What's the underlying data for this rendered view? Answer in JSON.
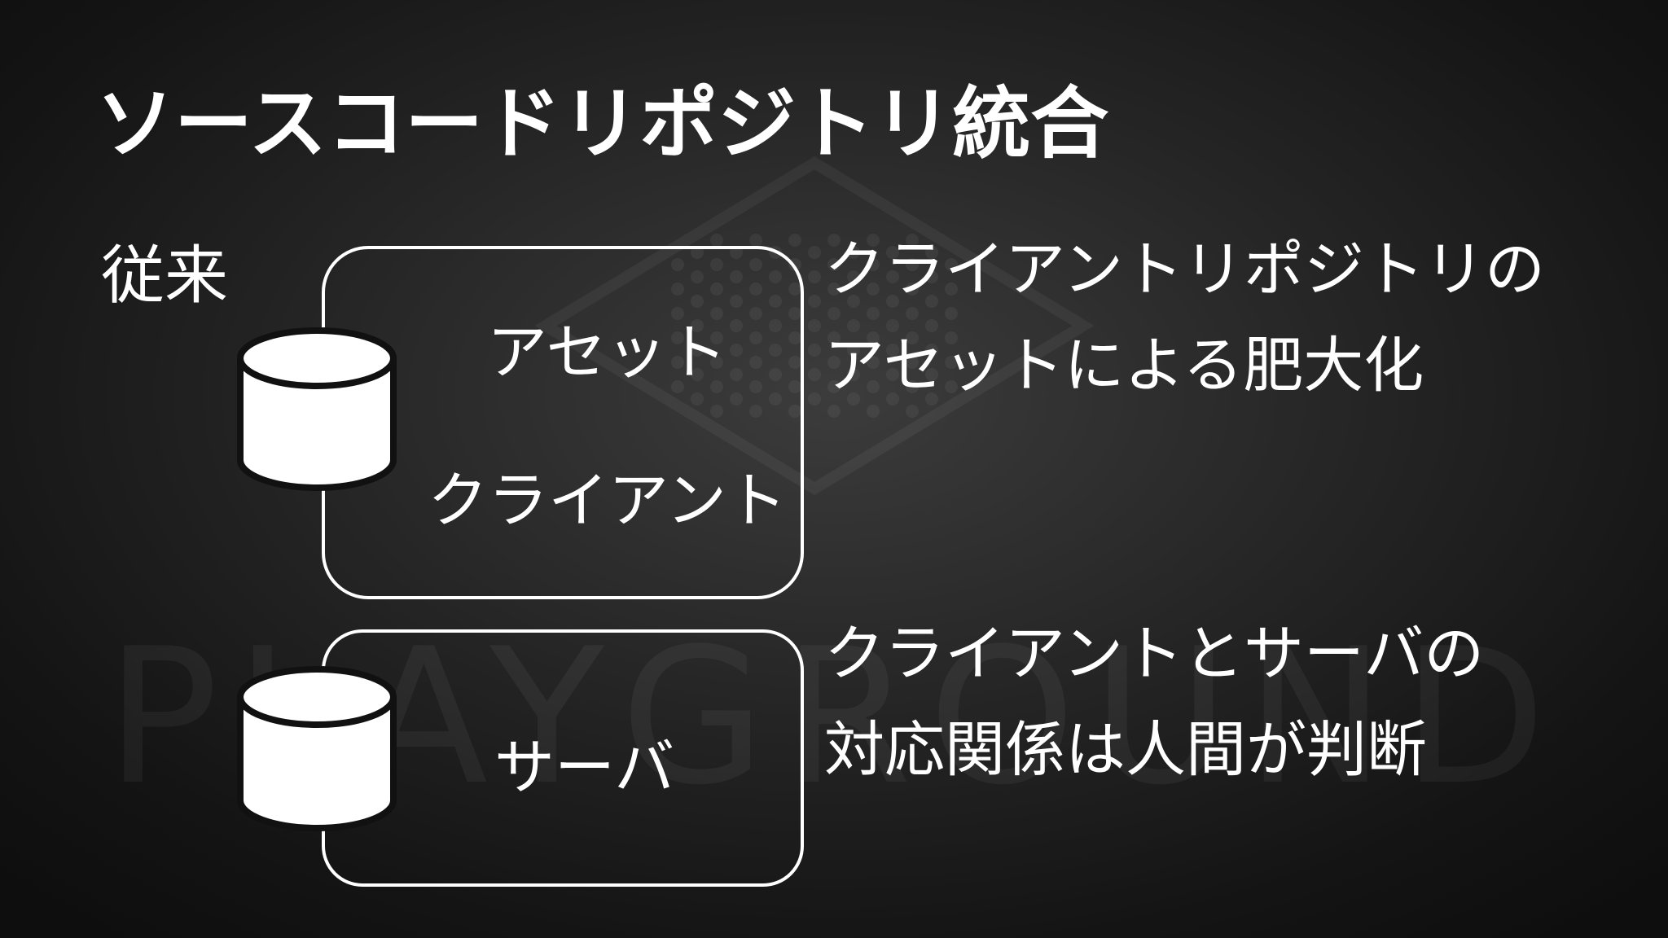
{
  "watermark": {
    "text": "PLAYGROUND"
  },
  "slide": {
    "title": "ソースコードリポジトリ統合",
    "section_label": "従来"
  },
  "diagram": {
    "upper_box": {
      "labels": [
        "アセット",
        "クライアント"
      ]
    },
    "lower_box": {
      "labels": [
        "サーバ"
      ]
    },
    "icons": [
      "database-icon",
      "database-icon"
    ]
  },
  "notes": [
    {
      "lines": [
        "クライアントリポジトリの",
        "アセットによる肥大化"
      ]
    },
    {
      "lines": [
        "クライアントとサーバの",
        "対応関係は人間が判断"
      ]
    }
  ],
  "colors": {
    "background_center": "#3c3c3c",
    "background_edge": "#0e0e0e",
    "foreground": "#ffffff"
  }
}
